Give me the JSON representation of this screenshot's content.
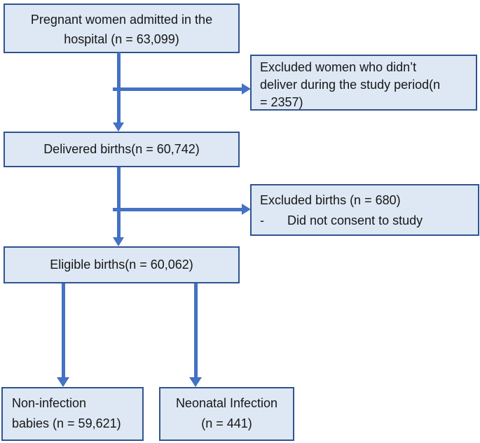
{
  "diagram": {
    "type": "study-flowchart",
    "colors": {
      "bg": "#ffffff",
      "box_fill": "#dde8f4",
      "box_border": "#31538f",
      "arrow": "#4472c4",
      "text_color": "#171717"
    },
    "boxes": {
      "admitted": {
        "lines": [
          "Pregnant women admitted in the",
          "hospital (n = 63,099)"
        ]
      },
      "excluded_no_delivery": {
        "lines": [
          "Excluded women who didn’t",
          "deliver during the study period(n",
          "= 2357)"
        ]
      },
      "delivered": {
        "lines": [
          "Delivered births(n = 60,742)"
        ]
      },
      "excluded_births": {
        "lines": [
          "Excluded births (n = 680)"
        ],
        "bullet": {
          "marker": "-",
          "text": "Did not consent to study"
        }
      },
      "eligible": {
        "lines": [
          "Eligible births(n = 60,062)"
        ]
      },
      "non_infection": {
        "lines": [
          "Non-infection",
          "babies (n = 59,621)"
        ]
      },
      "neonatal_infection": {
        "lines": [
          "Neonatal Infection",
          "(n = 441)"
        ]
      }
    },
    "counts": {
      "admitted": 63099,
      "excluded_no_delivery": 2357,
      "delivered": 60742,
      "excluded_births": 680,
      "eligible": 60062,
      "non_infection": 59621,
      "neonatal_infection": 441
    }
  }
}
